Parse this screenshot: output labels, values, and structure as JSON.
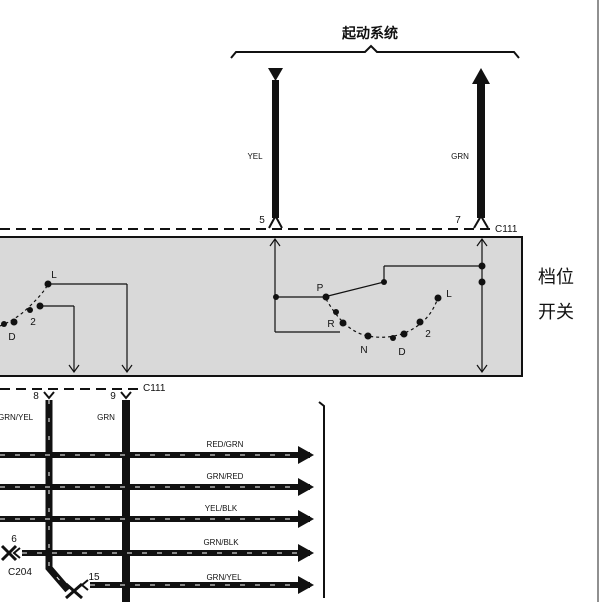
{
  "title": "起动系统",
  "side_label": {
    "line1": "档位",
    "line2": "开关"
  },
  "connectors": {
    "top": "C111",
    "bottom": "C111",
    "c204": "C204"
  },
  "pins": {
    "p5": "5",
    "p7": "7",
    "p8": "8",
    "p9": "9",
    "p6": "6",
    "p15": "15"
  },
  "upper_wires": {
    "left": "YEL",
    "right": "GRN"
  },
  "lower_wires": {
    "left": "GRN/YEL",
    "right": "GRN"
  },
  "switch_positions": {
    "P": "P",
    "R": "R",
    "N": "N",
    "D": "D",
    "two": "2",
    "L": "L"
  },
  "left_switch_positions": {
    "D": "D",
    "two": "2",
    "L": "L"
  },
  "harness_wires": [
    "RED/GRN",
    "GRN/RED",
    "YEL/BLK",
    "GRN/BLK",
    "GRN/YEL"
  ]
}
